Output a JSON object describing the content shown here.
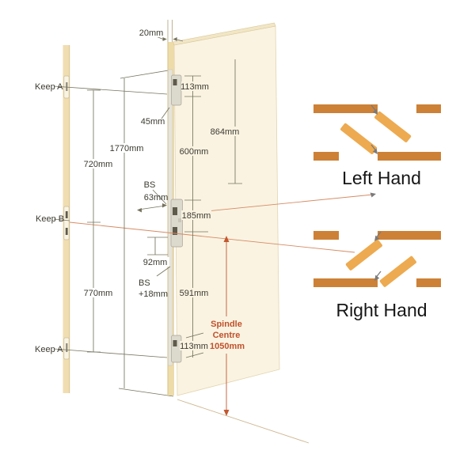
{
  "door_drawing": {
    "keeps": {
      "top": "Keep A",
      "middle": "Keep B",
      "bottom": "Keep A"
    },
    "dimensions": {
      "door_thickness": "20mm",
      "top_offset": "113mm",
      "top_hook": "45mm",
      "door_height": "1770mm",
      "top_to_handle": "864mm",
      "hook_spacing_top": "600mm",
      "keep_spacing_top": "720mm",
      "backset_label": "BS",
      "backset": "63mm",
      "case_centres": "185mm",
      "follower": "92mm",
      "bs_plus_label": "BS",
      "bs_plus_value": "+18mm",
      "keep_spacing_bottom": "770mm",
      "hook_spacing_bottom": "591mm",
      "bottom_offset": "113mm",
      "spindle_line1": "Spindle",
      "spindle_line2": "Centre",
      "spindle_line3": "1050mm"
    }
  },
  "handing": {
    "left": "Left Hand",
    "right": "Right Hand"
  },
  "colors": {
    "door_face": "#faf3e2",
    "door_edge": "#eedbaa",
    "frame_strip": "#f0deb2",
    "dimension_line": "#76745f",
    "accent_orange": "#c0512b",
    "projection_orange": "#d68a63",
    "wall_bar": "#cd8136",
    "door_leaf_bar": "#edaa50",
    "swing_arrow": "#7a7a7a"
  }
}
